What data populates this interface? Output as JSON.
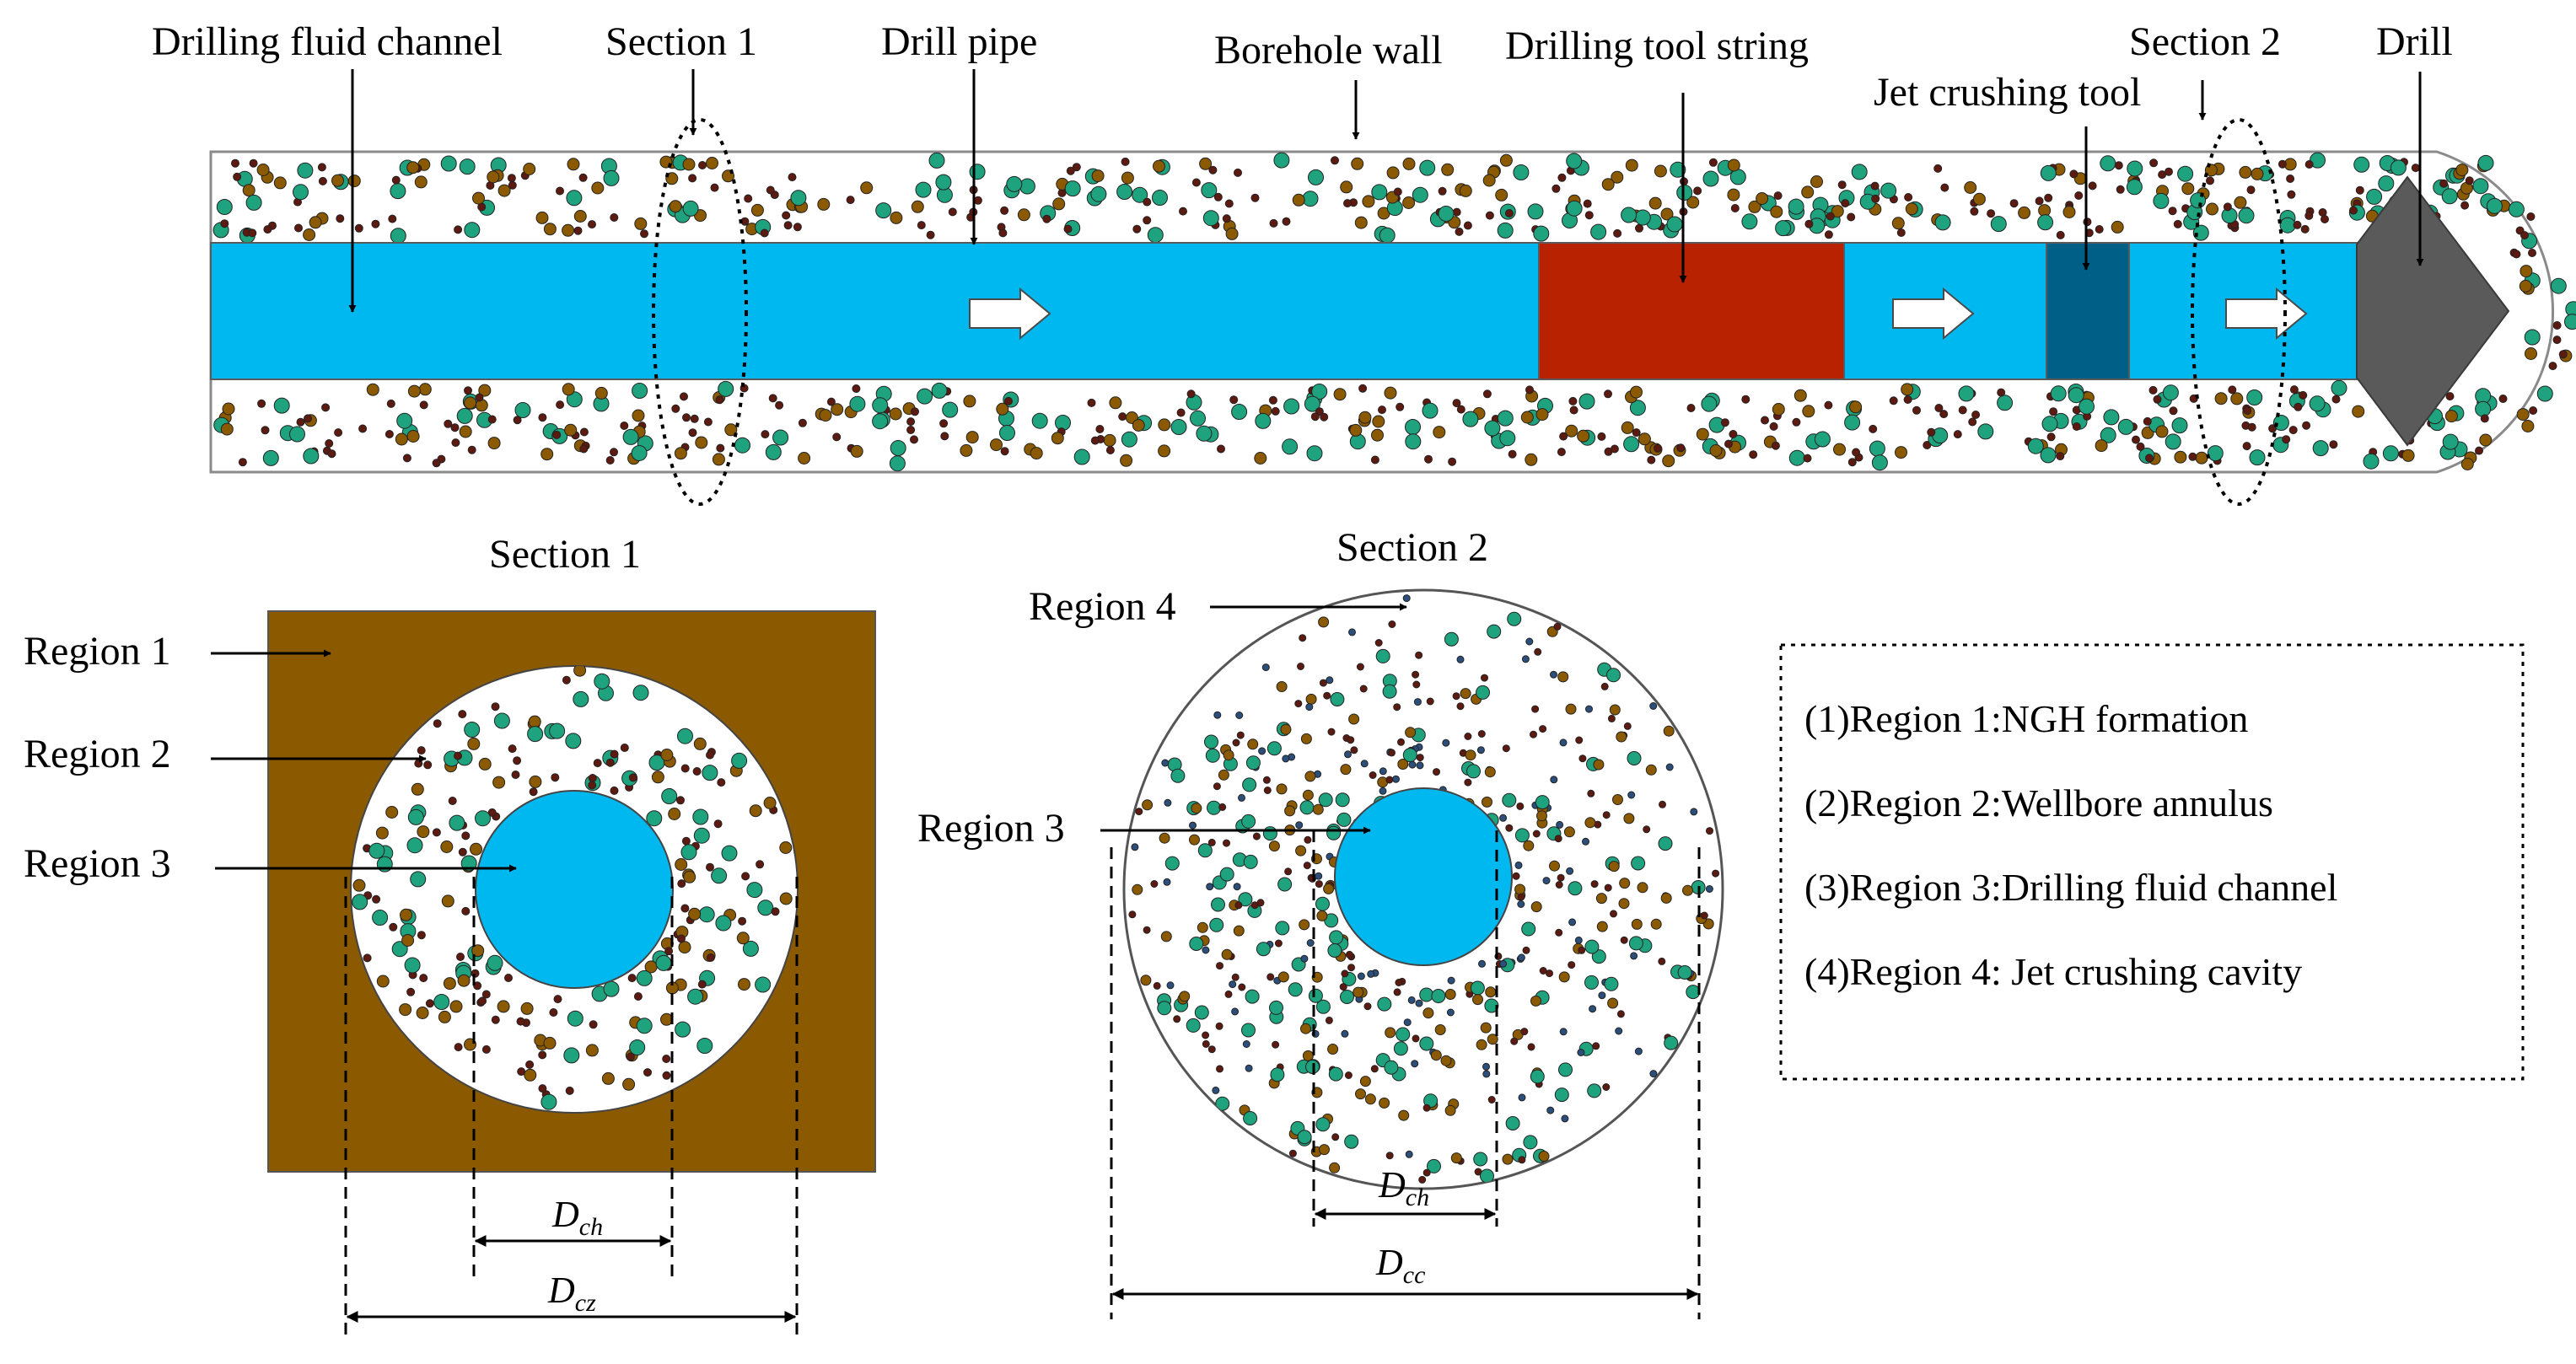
{
  "labels": {
    "drilling_fluid_channel": "Drilling fluid channel",
    "section1_top": "Section 1",
    "drill_pipe": "Drill pipe",
    "borehole_wall": "Borehole wall",
    "drilling_tool_string": "Drilling tool string",
    "jet_crushing_tool": "Jet crushing tool",
    "section2_top": "Section 2",
    "drill": "Drill"
  },
  "section1": {
    "title": "Section 1",
    "region1": "Region 1",
    "region2": "Region 2",
    "region3": "Region 3",
    "d_inner": "D",
    "d_inner_sub": "ch",
    "d_outer": "D",
    "d_outer_sub": "cz"
  },
  "section2": {
    "title": "Section 2",
    "region4": "Region 4",
    "region3": "Region 3",
    "d_inner": "D",
    "d_inner_sub": "ch",
    "d_outer": "D",
    "d_outer_sub": "cc"
  },
  "legend": [
    "(1)Region 1:NGH formation",
    "(2)Region 2:Wellbore annulus",
    "(3)Region 3:Drilling fluid channel",
    "(4)Region 4: Jet crushing cavity"
  ],
  "colors": {
    "channel": "#00b8f0",
    "tool_string": "#b82200",
    "jet_tool": "#005f86",
    "drill": "#5a5a5a",
    "formation": "#8b5a00",
    "particle_green": "#1fa37f",
    "particle_brown": "#8b5a00",
    "particle_dark": "#5c1a10",
    "particle_blue": "#2b4e7a"
  }
}
